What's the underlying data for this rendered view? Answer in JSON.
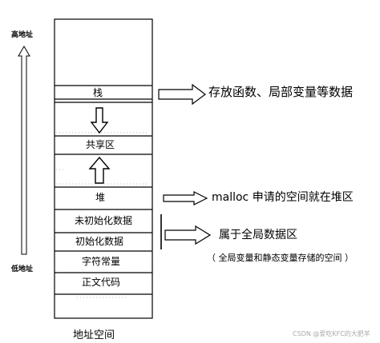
{
  "axis": {
    "high_label": "高地址",
    "low_label": "低地址"
  },
  "memory": {
    "segments": {
      "stack": "栈",
      "shared": "共享区",
      "heap": "堆",
      "uninit": "未初始化数据",
      "init": "初始化数据",
      "constants": "字符常量",
      "text": "正文代码"
    },
    "caption": "地址空间"
  },
  "annotations": {
    "stack_note": "存放函数、局部变量等数据",
    "heap_note": "malloc 申请的空间就在堆区",
    "global_title": "属于全局数据区",
    "global_detail": "（ 全局变量和静态变量存储的空间 ）"
  },
  "watermark": "CSDN @爱吃KFC的大肥羊",
  "colors": {
    "line": "#000000",
    "background": "#ffffff"
  }
}
